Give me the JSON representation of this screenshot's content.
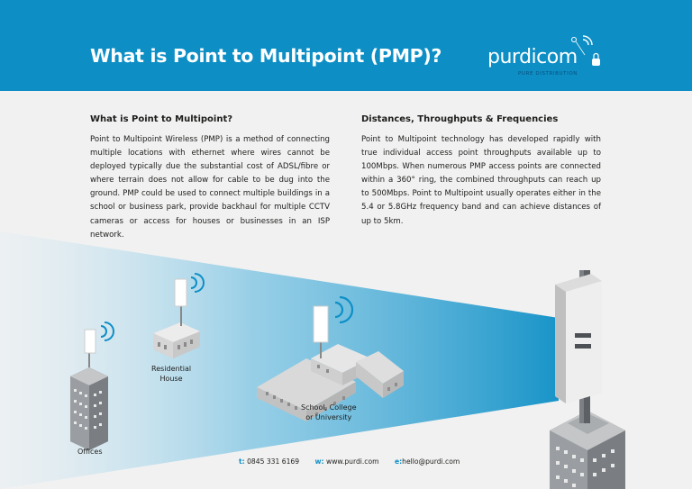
{
  "header": {
    "title": "What is Point to Multipoint (PMP)?",
    "logo_text": "purdicom",
    "logo_tagline": "PURE DISTRIBUTION"
  },
  "left": {
    "heading": "What is Point to Multipoint?",
    "body": "Point to Multipoint Wireless (PMP) is a method of connecting multiple locations with ethernet where wires cannot be deployed typically due the substantial cost of ADSL/fibre or where terrain does not allow for cable to be dug into the ground. PMP could be used to connect multiple buildings in a school or business park, provide backhaul for multiple CCTV cameras or access for houses or businesses in an ISP network."
  },
  "right": {
    "heading": "Distances, Throughputs & Frequencies",
    "body": "Point to Multipoint technology has developed rapidly with true individual access point throughputs available up to 100Mbps. When numerous PMP access points are connected within a 360° ring, the combined throughputs can reach up to 500Mbps. Point to Multipoint usually operates either in the 5.4 or 5.8GHz frequency band and can achieve distances of up to 5km."
  },
  "illustration": {
    "labels": {
      "residential": "Residential\nHouse",
      "school": "School, College\nor University",
      "offices": "Offices"
    }
  },
  "footer": {
    "phone_key": "t:",
    "phone": "0845 331 6169",
    "web_key": "w:",
    "web": "www.purdi.com",
    "email_key": "e:",
    "email": "hello@purdi.com"
  },
  "colors": {
    "brand_blue": "#0d8fc6",
    "background": "#f1f1f1"
  }
}
